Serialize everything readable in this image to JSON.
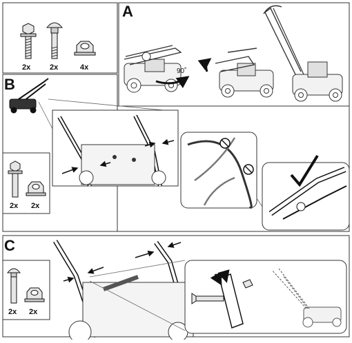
{
  "hardware_box": {
    "counts": [
      "2x",
      "2x",
      "4x"
    ]
  },
  "section_a": {
    "label": "A",
    "angle": "90˚"
  },
  "section_b": {
    "label": "B",
    "counts": [
      "2x",
      "2x"
    ]
  },
  "section_c": {
    "label": "C",
    "counts": [
      "2x",
      "2x"
    ]
  },
  "colors": {
    "line": "#111111",
    "gray": "#888888",
    "light": "#d9d9d9",
    "frame": "#333333"
  }
}
